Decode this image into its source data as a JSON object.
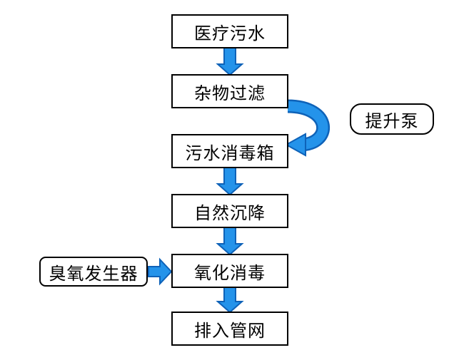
{
  "diagram": {
    "type": "flowchart",
    "main_flow": [
      {
        "id": "medical-sewage",
        "label": "医疗污水"
      },
      {
        "id": "debris-filter",
        "label": "杂物过滤"
      },
      {
        "id": "disinfection-tank",
        "label": "污水消毒箱"
      },
      {
        "id": "natural-settling",
        "label": "自然沉降"
      },
      {
        "id": "oxidation-disinfect",
        "label": "氧化消毒"
      },
      {
        "id": "discharge-network",
        "label": "排入管网"
      }
    ],
    "side_nodes": [
      {
        "id": "lift-pump",
        "label": "提升泵"
      },
      {
        "id": "ozone-generator",
        "label": "臭氧发生器"
      }
    ],
    "edges": [
      "医疗污水 → 杂物过滤",
      "杂物过滤 → 污水消毒箱 (curved arrow past 提升泵)",
      "污水消毒箱 → 自然沉降",
      "自然沉降 → 氧化消毒",
      "臭氧发生器 → 氧化消毒",
      "氧化消毒 → 排入管网"
    ],
    "colors": {
      "arrow_fill": "#2493ea",
      "arrow_outline": "#0e62b8",
      "box_border": "#000000",
      "background": "#ffffff"
    }
  }
}
